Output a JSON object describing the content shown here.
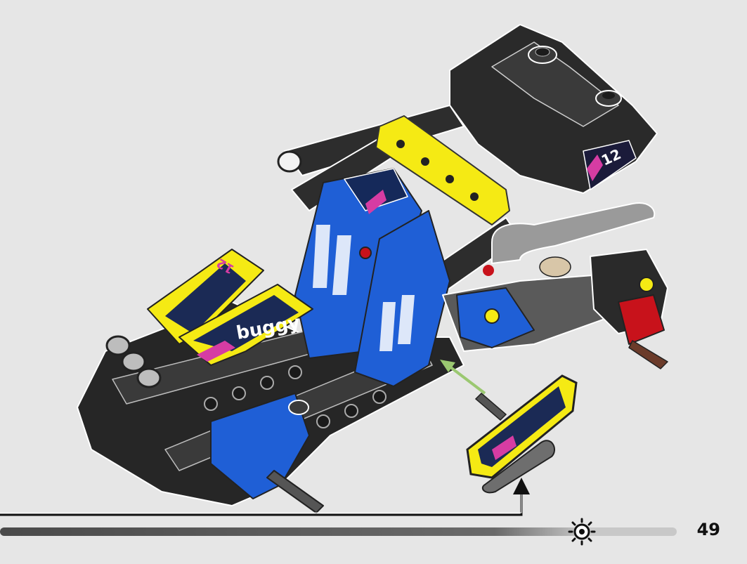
{
  "page": {
    "number": "49"
  },
  "decals": {
    "hood_text": "buggy",
    "race_number": "12"
  },
  "colors": {
    "background": "#e6e6e6",
    "body_blue": "#1f5fd6",
    "body_yellow": "#f5ea14",
    "frame_black": "#262626",
    "frame_gray": "#8a8a8a",
    "accent_red": "#c8121b",
    "accent_magenta": "#d63ca3",
    "guide_arrow_green": "#9bc871"
  },
  "icons": {
    "progress_marker": "gear-icon",
    "install_pointer": "arrow-up-icon",
    "insertion_guide": "arrow-icon"
  },
  "progress": {
    "fraction": 0.86
  }
}
